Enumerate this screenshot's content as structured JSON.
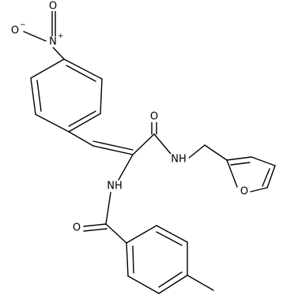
{
  "molecule": {
    "atoms": {
      "nitro_n": "N",
      "nitro_n_charge": "+",
      "nitro_o_left": "O",
      "nitro_o_left_charge": "−",
      "nitro_o_top": "O",
      "amide_o_top": "O",
      "amide_nh_right": "NH",
      "furan_o": "O",
      "amide_nh_left": "NH",
      "benzamide_o": "O"
    }
  }
}
